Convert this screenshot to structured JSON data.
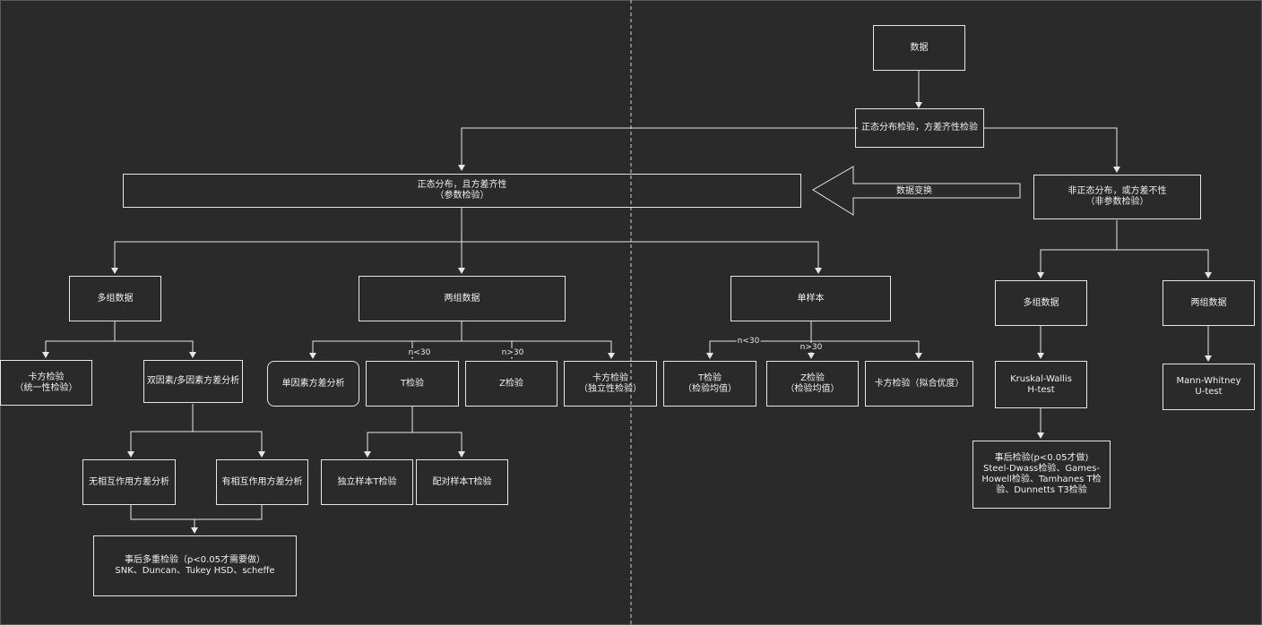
{
  "diagram": {
    "top": {
      "data": "数据",
      "normality_test": "正态分布检验，方差齐性检验"
    },
    "parametric": {
      "title": "正态分布，且方差齐性\n（参数检验）",
      "multi_group": "多组数据",
      "chi_square_uniform": "卡方检验\n（统一性检验）",
      "anova_multi": "双因素/多因素方差分析",
      "no_interaction": "无相互作用方差分析",
      "with_interaction": "有相互作用方差分析",
      "post_hoc": "事后多重检验（p<0.05才需要做）\nSNK、Duncan、Tukey HSD、scheffe",
      "two_group": "两组数据",
      "one_way_anova": "单因素方差分析",
      "t_test": "T检验",
      "z_test": "Z检验",
      "chi_square_indep": "卡方检验\n（独立性检验）",
      "indep_t": "独立样本T检验",
      "paired_t": "配对样本T检验",
      "single_sample": "单样本",
      "t_mean": "T检验\n（检验均值）",
      "z_mean": "Z检验\n（检验均值）",
      "chi_fit": "卡方检验（拟合优度）"
    },
    "transform": "数据变换",
    "nonparametric": {
      "title": "非正态分布，或方差不性\n（非参数检验）",
      "multi_group": "多组数据",
      "two_group": "两组数据",
      "kruskal": "Kruskal-Wallis\nH-test",
      "mann_whitney": "Mann-Whitney\nU-test",
      "post_hoc": "事后检验(p<0.05才做)\nSteel-Dwass检验、Games-\nHowell检验、Tamhanes T检\n验、Dunnetts T3检验"
    },
    "edge_labels": {
      "n_lt_30_a": "n<30",
      "n_gt_30_a": "n>30",
      "n_lt_30_b": "n<30",
      "n_gt_30_b": "n>30"
    }
  },
  "colors": {
    "background": "#2a2a2a",
    "stroke": "#e6e6e6",
    "text": "#f0f0f0"
  }
}
